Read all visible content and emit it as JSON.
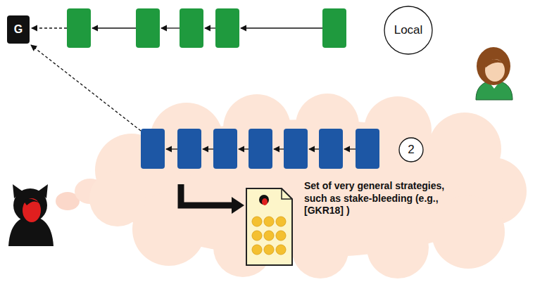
{
  "diagram": {
    "nodes": [
      {
        "text": [
          "G"
        ]
      },
      {
        "text": [
          "Local"
        ]
      },
      {
        "text": [
          "Set of very general strategies, such as stake-bleeding (e.g., [GKR18] )"
        ]
      },
      {
        "text": [
          "2"
        ],
        "in": 2
      }
    ]
  }
}
